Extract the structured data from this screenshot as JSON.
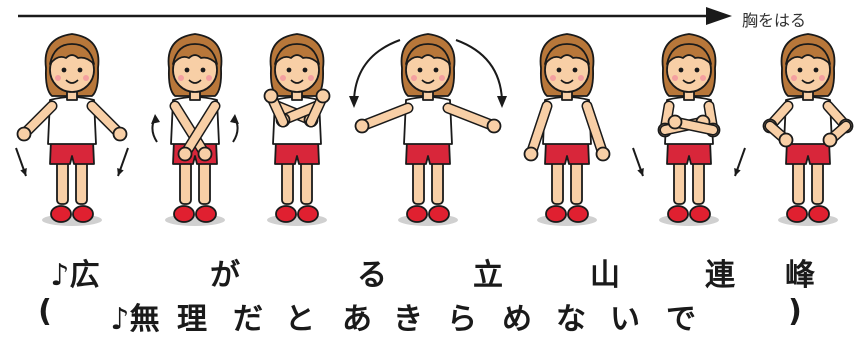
{
  "direction_caption": "胸をはる",
  "figures": [
    {
      "pose": "arms-down-out",
      "motion_icon": "down-arrows-icon"
    },
    {
      "pose": "arms-crossed-low",
      "motion_icon": "rotate-arrows-icon"
    },
    {
      "pose": "arms-crossed-chest",
      "motion_icon": "none"
    },
    {
      "pose": "arms-spread-wide",
      "motion_icon": "arc-arrows-icon"
    },
    {
      "pose": "arms-down-sides",
      "motion_icon": "none"
    },
    {
      "pose": "arms-folded",
      "motion_icon": "down-arrows-icon"
    },
    {
      "pose": "hands-on-hips",
      "motion_icon": "none"
    }
  ],
  "lyrics": {
    "line1": [
      "♪広",
      "が",
      "る",
      "立",
      "山",
      "連",
      "峰"
    ],
    "line2": [
      "(",
      "♪無",
      "理",
      "だ",
      "と",
      "あ",
      "き",
      "ら",
      "め",
      "な",
      "い",
      "で",
      ")"
    ]
  },
  "colors": {
    "hair": "#b8773a",
    "skin": "#f8cfa6",
    "shorts": "#d8263a",
    "shoes": "#e02030",
    "outline": "#1a1a1a"
  }
}
